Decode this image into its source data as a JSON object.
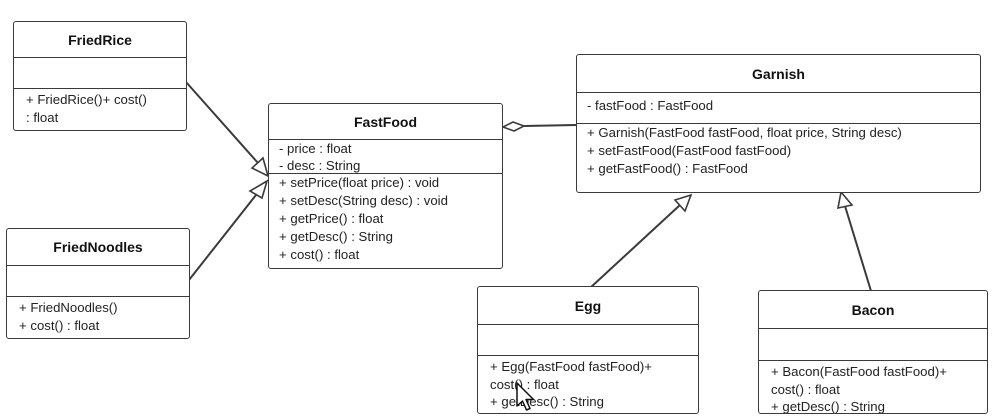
{
  "classes": {
    "fried_rice": {
      "name": "FriedRice",
      "methods": [
        "+ FriedRice()+ cost()",
        ": float"
      ]
    },
    "fried_noodles": {
      "name": "FriedNoodles",
      "methods": [
        "+ FriedNoodles()",
        "+ cost() : float"
      ]
    },
    "fast_food": {
      "name": "FastFood",
      "attributes": [
        "- price : float",
        "- desc : String"
      ],
      "methods": [
        "+ setPrice(float price) : void",
        "+ setDesc(String desc) : void",
        "+ getPrice() : float",
        "+ getDesc() : String",
        "+ cost() : float"
      ]
    },
    "garnish": {
      "name": "Garnish",
      "attributes": [
        "- fastFood : FastFood"
      ],
      "methods": [
        "+ Garnish(FastFood fastFood, float price, String desc)",
        "+ setFastFood(FastFood fastFood)",
        "+ getFastFood() : FastFood"
      ]
    },
    "egg": {
      "name": "Egg",
      "methods": [
        "+ Egg(FastFood fastFood)+",
        "cost() : float",
        "+ getDesc() : String"
      ]
    },
    "bacon": {
      "name": "Bacon",
      "methods": [
        "+ Bacon(FastFood fastFood)+",
        "cost() : float",
        "+ getDesc() : String"
      ]
    }
  },
  "relations": [
    {
      "from": "FriedRice",
      "to": "FastFood",
      "type": "generalization"
    },
    {
      "from": "FriedNoodles",
      "to": "FastFood",
      "type": "generalization"
    },
    {
      "from": "Garnish",
      "to": "FastFood",
      "type": "aggregation"
    },
    {
      "from": "Egg",
      "to": "Garnish",
      "type": "generalization"
    },
    {
      "from": "Bacon",
      "to": "Garnish",
      "type": "generalization"
    }
  ],
  "colors": {
    "line": "#3a3a3a",
    "background": "#ffffff",
    "text": "#222222"
  },
  "cursor": {
    "icon": "mouse-pointer-icon"
  }
}
